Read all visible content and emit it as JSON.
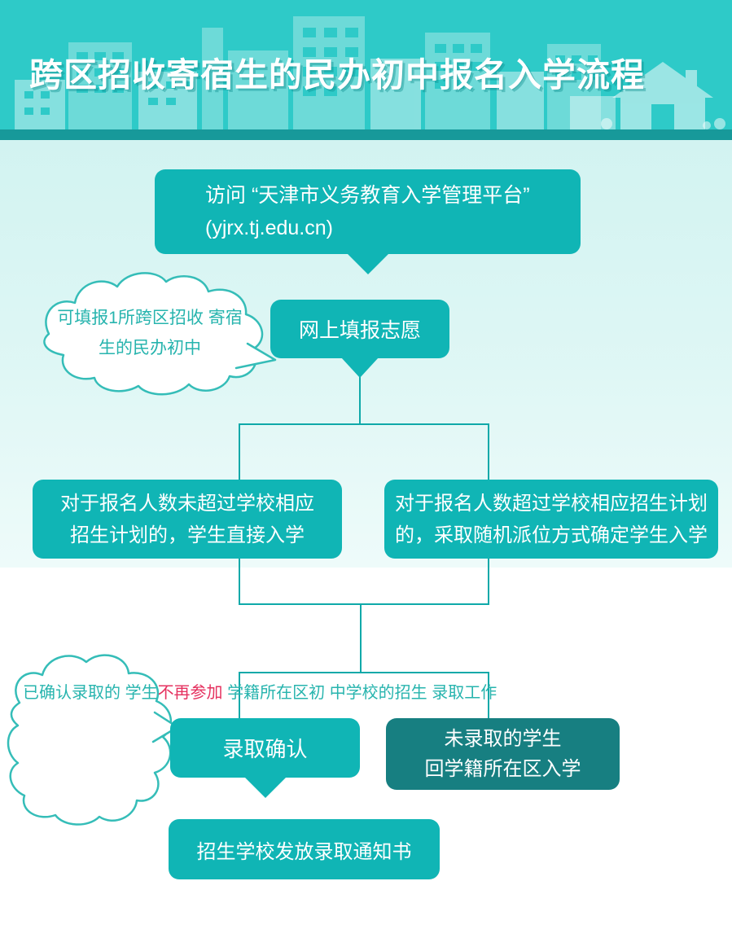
{
  "banner": {
    "title": "跨区招收寄宿生的民办初中报名入学流程"
  },
  "flow": {
    "step1": {
      "line1": "访问 “天津市义务教育入学管理平台”",
      "line2": "(yjrx.tj.edu.cn)"
    },
    "bubble1": {
      "line1": "可填报1所跨区招收",
      "line2": "寄宿生的民办初中"
    },
    "step2": {
      "label": "网上填报志愿"
    },
    "branch_left": {
      "line1": "对于报名人数未超过学校相应",
      "line2": "招生计划的，学生直接入学"
    },
    "branch_right": {
      "line1": "对于报名人数超过学校相应招生计划",
      "line2": "的，采取随机派位方式确定学生入学"
    },
    "confirm": {
      "label": "录取确认"
    },
    "not_admitted": {
      "line1": "未录取的学生",
      "line2": "回学籍所在区入学"
    },
    "bubble2": {
      "line1": "已确认录取的",
      "line2_normal": "学生",
      "line2_red": "不再参加",
      "line3": "学籍所在区初",
      "line4": "中学校的招生",
      "line5": "录取工作"
    },
    "step_final": {
      "label": "招生学校发放录取通知书"
    }
  },
  "colors": {
    "header_bg": "#2ecac8",
    "header_strip": "#17999a",
    "node_teal": "#10b5b5",
    "node_dark_teal": "#177f81",
    "connector_line": "#0fa9a9",
    "bubble_text": "#27b4ae",
    "bubble_red": "#e5315f",
    "flow_bg_top": "#d2f3f1",
    "flow_bg_bottom": "#eefbfa"
  }
}
